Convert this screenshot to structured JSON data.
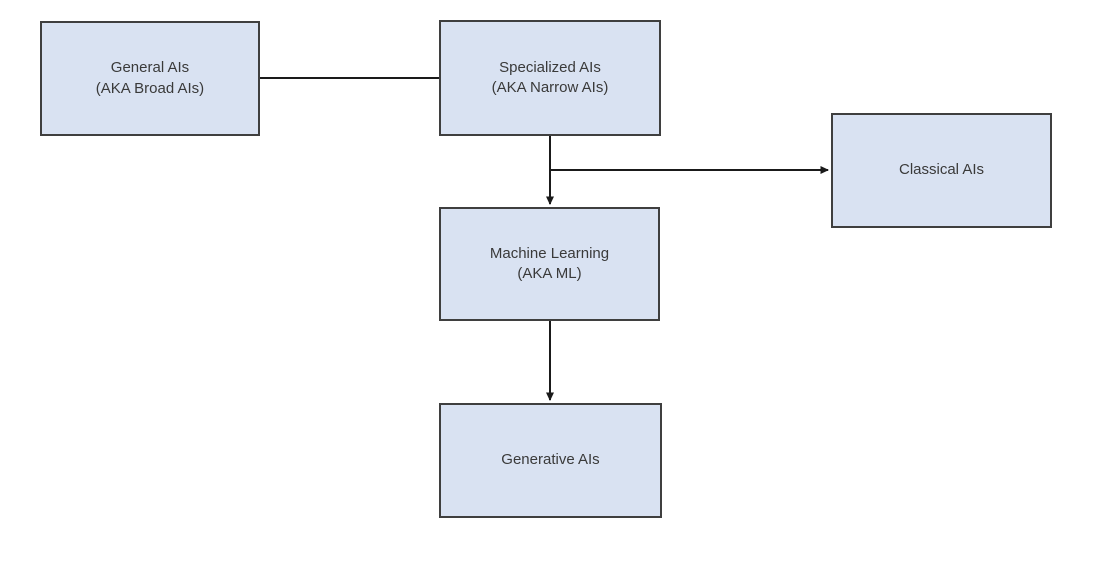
{
  "diagram": {
    "background_color": "#ffffff",
    "node_fill_color": "#d9e2f2",
    "node_border_color": "#3f3f3f",
    "edge_color": "#1a1a1a",
    "text_color": "#3a3a3a",
    "nodes": {
      "general": {
        "title": "General AIs",
        "subtitle": "(AKA Broad AIs)"
      },
      "specialized": {
        "title": "Specialized AIs",
        "subtitle": "(AKA Narrow AIs)"
      },
      "classical": {
        "title": "Classical AIs"
      },
      "machine_learning": {
        "title": "Machine Learning",
        "subtitle": "(AKA ML)"
      },
      "generative": {
        "title": "Generative AIs"
      }
    },
    "edges": [
      {
        "from": "general",
        "to": "specialized",
        "arrow": false
      },
      {
        "from": "specialized",
        "to": "machine_learning",
        "arrow": true
      },
      {
        "from": "specialized",
        "to": "classical",
        "arrow": true
      },
      {
        "from": "machine_learning",
        "to": "generative",
        "arrow": true
      }
    ]
  }
}
